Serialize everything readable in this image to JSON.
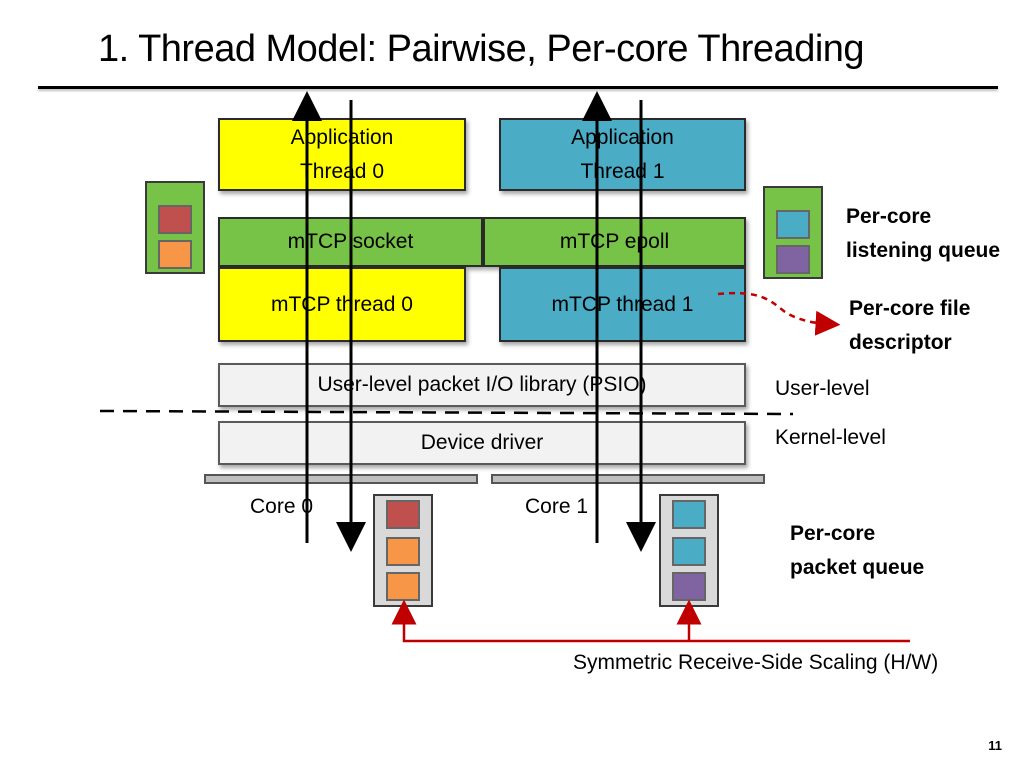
{
  "title": "1. Thread Model: Pairwise, Per-core Threading",
  "app_thread_0": "Application\nThread 0",
  "app_thread_1": "Application\nThread 1",
  "mtcp_socket": "mTCP socket",
  "mtcp_epoll": "mTCP epoll",
  "mtcp_thread_0": "mTCP thread 0",
  "mtcp_thread_1": "mTCP thread 1",
  "psio": "User-level packet I/O library (PSIO)",
  "device_driver": "Device driver",
  "core_0": "Core 0",
  "core_1": "Core 1",
  "per_core_listening_queue": "Per-core\nlistening queue",
  "per_core_file_descriptor": "Per-core file\ndescriptor",
  "user_level": "User-level",
  "kernel_level": "Kernel-level",
  "per_core_packet_queue": "Per-core\npacket queue",
  "rss": "Symmetric Receive-Side Scaling (H/W)",
  "page_number": "11",
  "colors": {
    "yellow": "#ffff00",
    "blue": "#4bacc6",
    "green": "#77c347",
    "red": "#c0504d",
    "orange": "#f79646",
    "purple": "#8064a2",
    "arrow_red": "#c00000"
  },
  "queues": {
    "left_listening": [
      "red",
      "orange"
    ],
    "right_listening": [
      "cyan",
      "purple"
    ],
    "core0_packet": [
      "red",
      "orange",
      "orange"
    ],
    "core1_packet": [
      "cyan",
      "cyan",
      "purple"
    ]
  }
}
